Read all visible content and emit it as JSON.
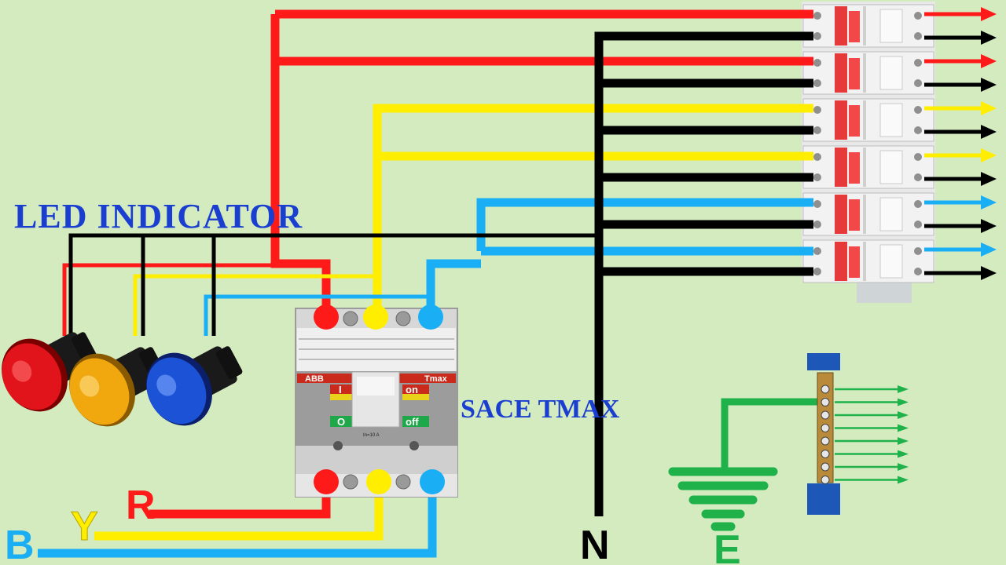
{
  "diagram": {
    "led_label": "LED INDICATOR",
    "breaker_label": "SACE TMAX",
    "phase_labels": {
      "red": "R",
      "yellow": "Y",
      "blue": "B"
    },
    "neutral_label": "N",
    "earth_label": "E",
    "breaker_markings": {
      "brand": "ABB",
      "model": "Tmax",
      "on_label": "on",
      "off_label": "off",
      "i_label": "I",
      "o_label": "O",
      "rating": "In=10 A"
    },
    "colors": {
      "red": "#ff1a1a",
      "yellow": "#ffee00",
      "blue": "#1aaef5",
      "black": "#000000",
      "green": "#1fb24a",
      "title": "#1a3fd0"
    }
  }
}
